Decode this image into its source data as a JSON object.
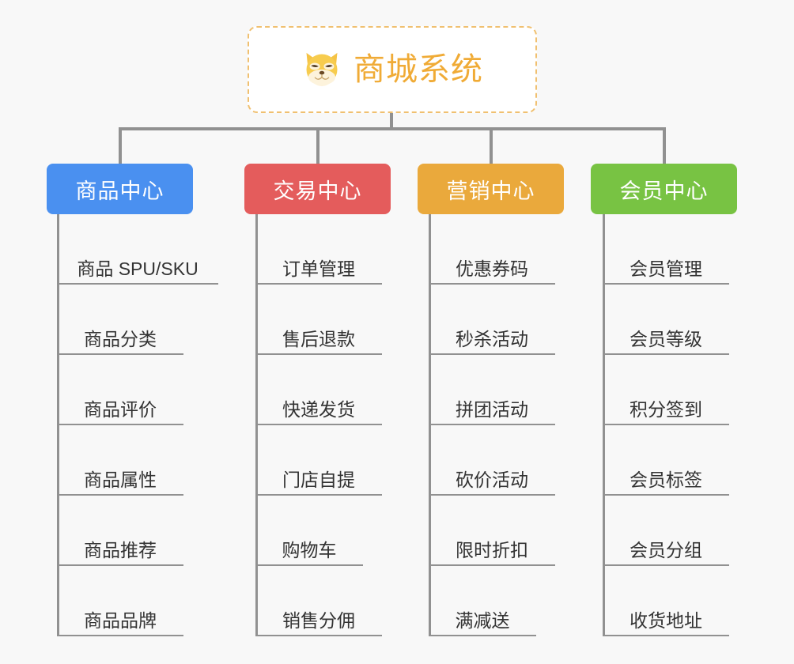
{
  "diagram": {
    "type": "mindmap-tree",
    "background_color": "#f8f8f8",
    "root": {
      "title": "商城系统",
      "icon": "shiba-dog-face-icon",
      "text_color": "#f0ab36",
      "border_color": "#f0c070",
      "background_color": "#ffffff"
    },
    "connector_color": "#919191",
    "branches": [
      {
        "label": "商品中心",
        "color": "#4a90f0",
        "items": [
          "商品 SPU/SKU",
          "商品分类",
          "商品评价",
          "商品属性",
          "商品推荐",
          "商品品牌"
        ]
      },
      {
        "label": "交易中心",
        "color": "#e45c5c",
        "items": [
          "订单管理",
          "售后退款",
          "快递发货",
          "门店自提",
          "购物车",
          "销售分佣"
        ]
      },
      {
        "label": "营销中心",
        "color": "#eaa93c",
        "items": [
          "优惠券码",
          "秒杀活动",
          "拼团活动",
          "砍价活动",
          "限时折扣",
          "满减送"
        ]
      },
      {
        "label": "会员中心",
        "color": "#78c343",
        "items": [
          "会员管理",
          "会员等级",
          "积分签到",
          "会员标签",
          "会员分组",
          "收货地址"
        ]
      }
    ]
  }
}
